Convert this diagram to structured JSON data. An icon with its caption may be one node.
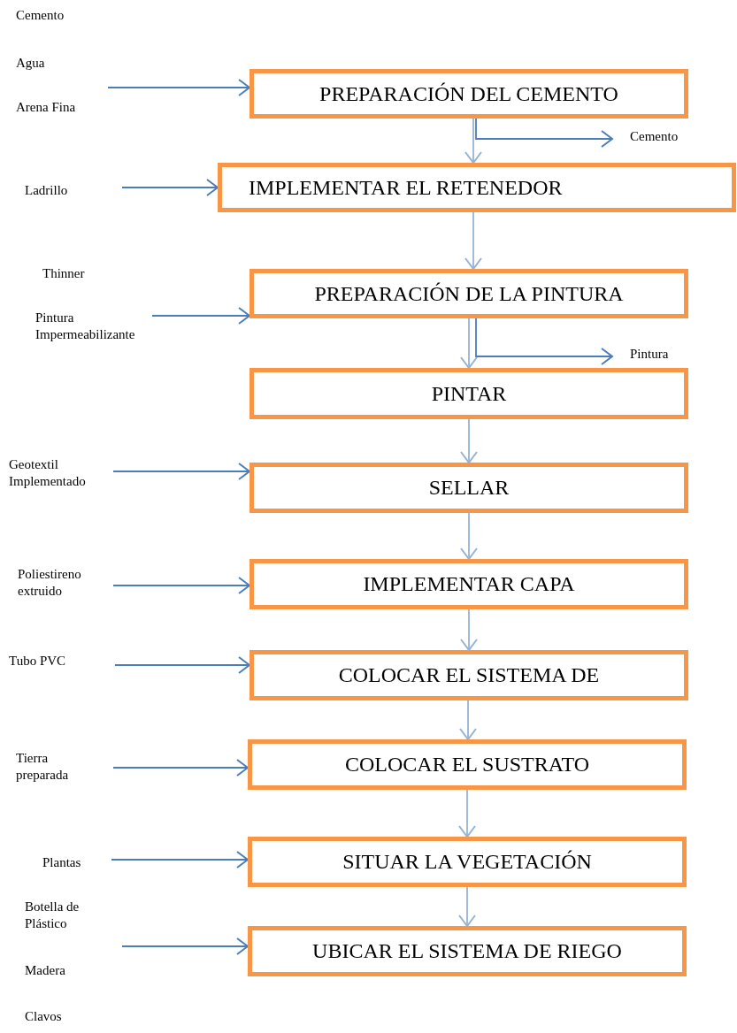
{
  "diagram": {
    "nodes": [
      {
        "text": [
          "PREPARACIÓN DEL CEMENTO"
        ]
      },
      {
        "text": [
          "Cemento"
        ]
      },
      {
        "text": [
          "IMPLEMENTAR EL RETENEDOR"
        ]
      },
      {
        "text": [
          "PREPARACIÓN DE LA PINTURA"
        ]
      },
      {
        "text": [
          "Pintura"
        ]
      },
      {
        "text": [
          "PINTAR"
        ]
      },
      {
        "text": [
          "SELLAR"
        ]
      },
      {
        "text": [
          "IMPLEMENTAR CAPA"
        ]
      },
      {
        "text": [
          "COLOCAR EL SISTEMA DE"
        ]
      },
      {
        "text": [
          "COLOCAR EL SUSTRATO"
        ]
      },
      {
        "text": [
          "SITUAR LA VEGETACIÓN"
        ]
      },
      {
        "text": [
          "UBICAR EL SISTEMA DE RIEGO"
        ]
      }
    ],
    "edges": [
      {
        "from": 0,
        "to": 2,
        "arrow": "to",
        "color": "#95b3d7"
      },
      {
        "from": 2,
        "to": 3,
        "arrow": "to",
        "color": "#95b3d7"
      },
      {
        "from": 3,
        "to": 5,
        "arrow": "to",
        "color": "#95b3d7"
      },
      {
        "from": 5,
        "to": 6,
        "arrow": "to",
        "color": "#95b3d7"
      },
      {
        "from": 6,
        "to": 7,
        "arrow": "to",
        "color": "#95b3d7"
      },
      {
        "from": 7,
        "to": 8,
        "arrow": "to",
        "color": "#95b3d7"
      },
      {
        "from": 8,
        "to": 9,
        "arrow": "to",
        "color": "#95b3d7"
      },
      {
        "from": 9,
        "to": 10,
        "arrow": "to",
        "color": "#95b3d7"
      },
      {
        "from": 10,
        "to": 11,
        "arrow": "to",
        "color": "#95b3d7"
      },
      {
        "from": 0,
        "to": 1,
        "arrow": "to"
      },
      {
        "from": 3,
        "to": 4,
        "arrow": "to"
      },
      {
        "from": null,
        "to": 0,
        "arrow": "to"
      },
      {
        "from": null,
        "to": 2,
        "arrow": "to"
      },
      {
        "from": null,
        "to": 3,
        "arrow": "to"
      },
      {
        "from": null,
        "to": 6,
        "arrow": "to"
      },
      {
        "from": null,
        "to": 7,
        "arrow": "to"
      },
      {
        "from": null,
        "to": 8,
        "arrow": "to"
      },
      {
        "from": null,
        "to": 9,
        "arrow": "to"
      },
      {
        "from": null,
        "to": 10,
        "arrow": "to"
      },
      {
        "from": null,
        "to": 11,
        "arrow": "to"
      }
    ],
    "labels": [
      "Cemento",
      "Agua",
      "Arena Fina",
      "Ladrillo",
      "Thinner",
      "Pintura Impermeabilizante",
      "Geotextil Implementado",
      "Poliestireno extruido",
      "Tubo PVC",
      "Tierra preparada",
      "Plantas",
      "Botella de Plástico",
      "Madera",
      "Clavos"
    ]
  }
}
